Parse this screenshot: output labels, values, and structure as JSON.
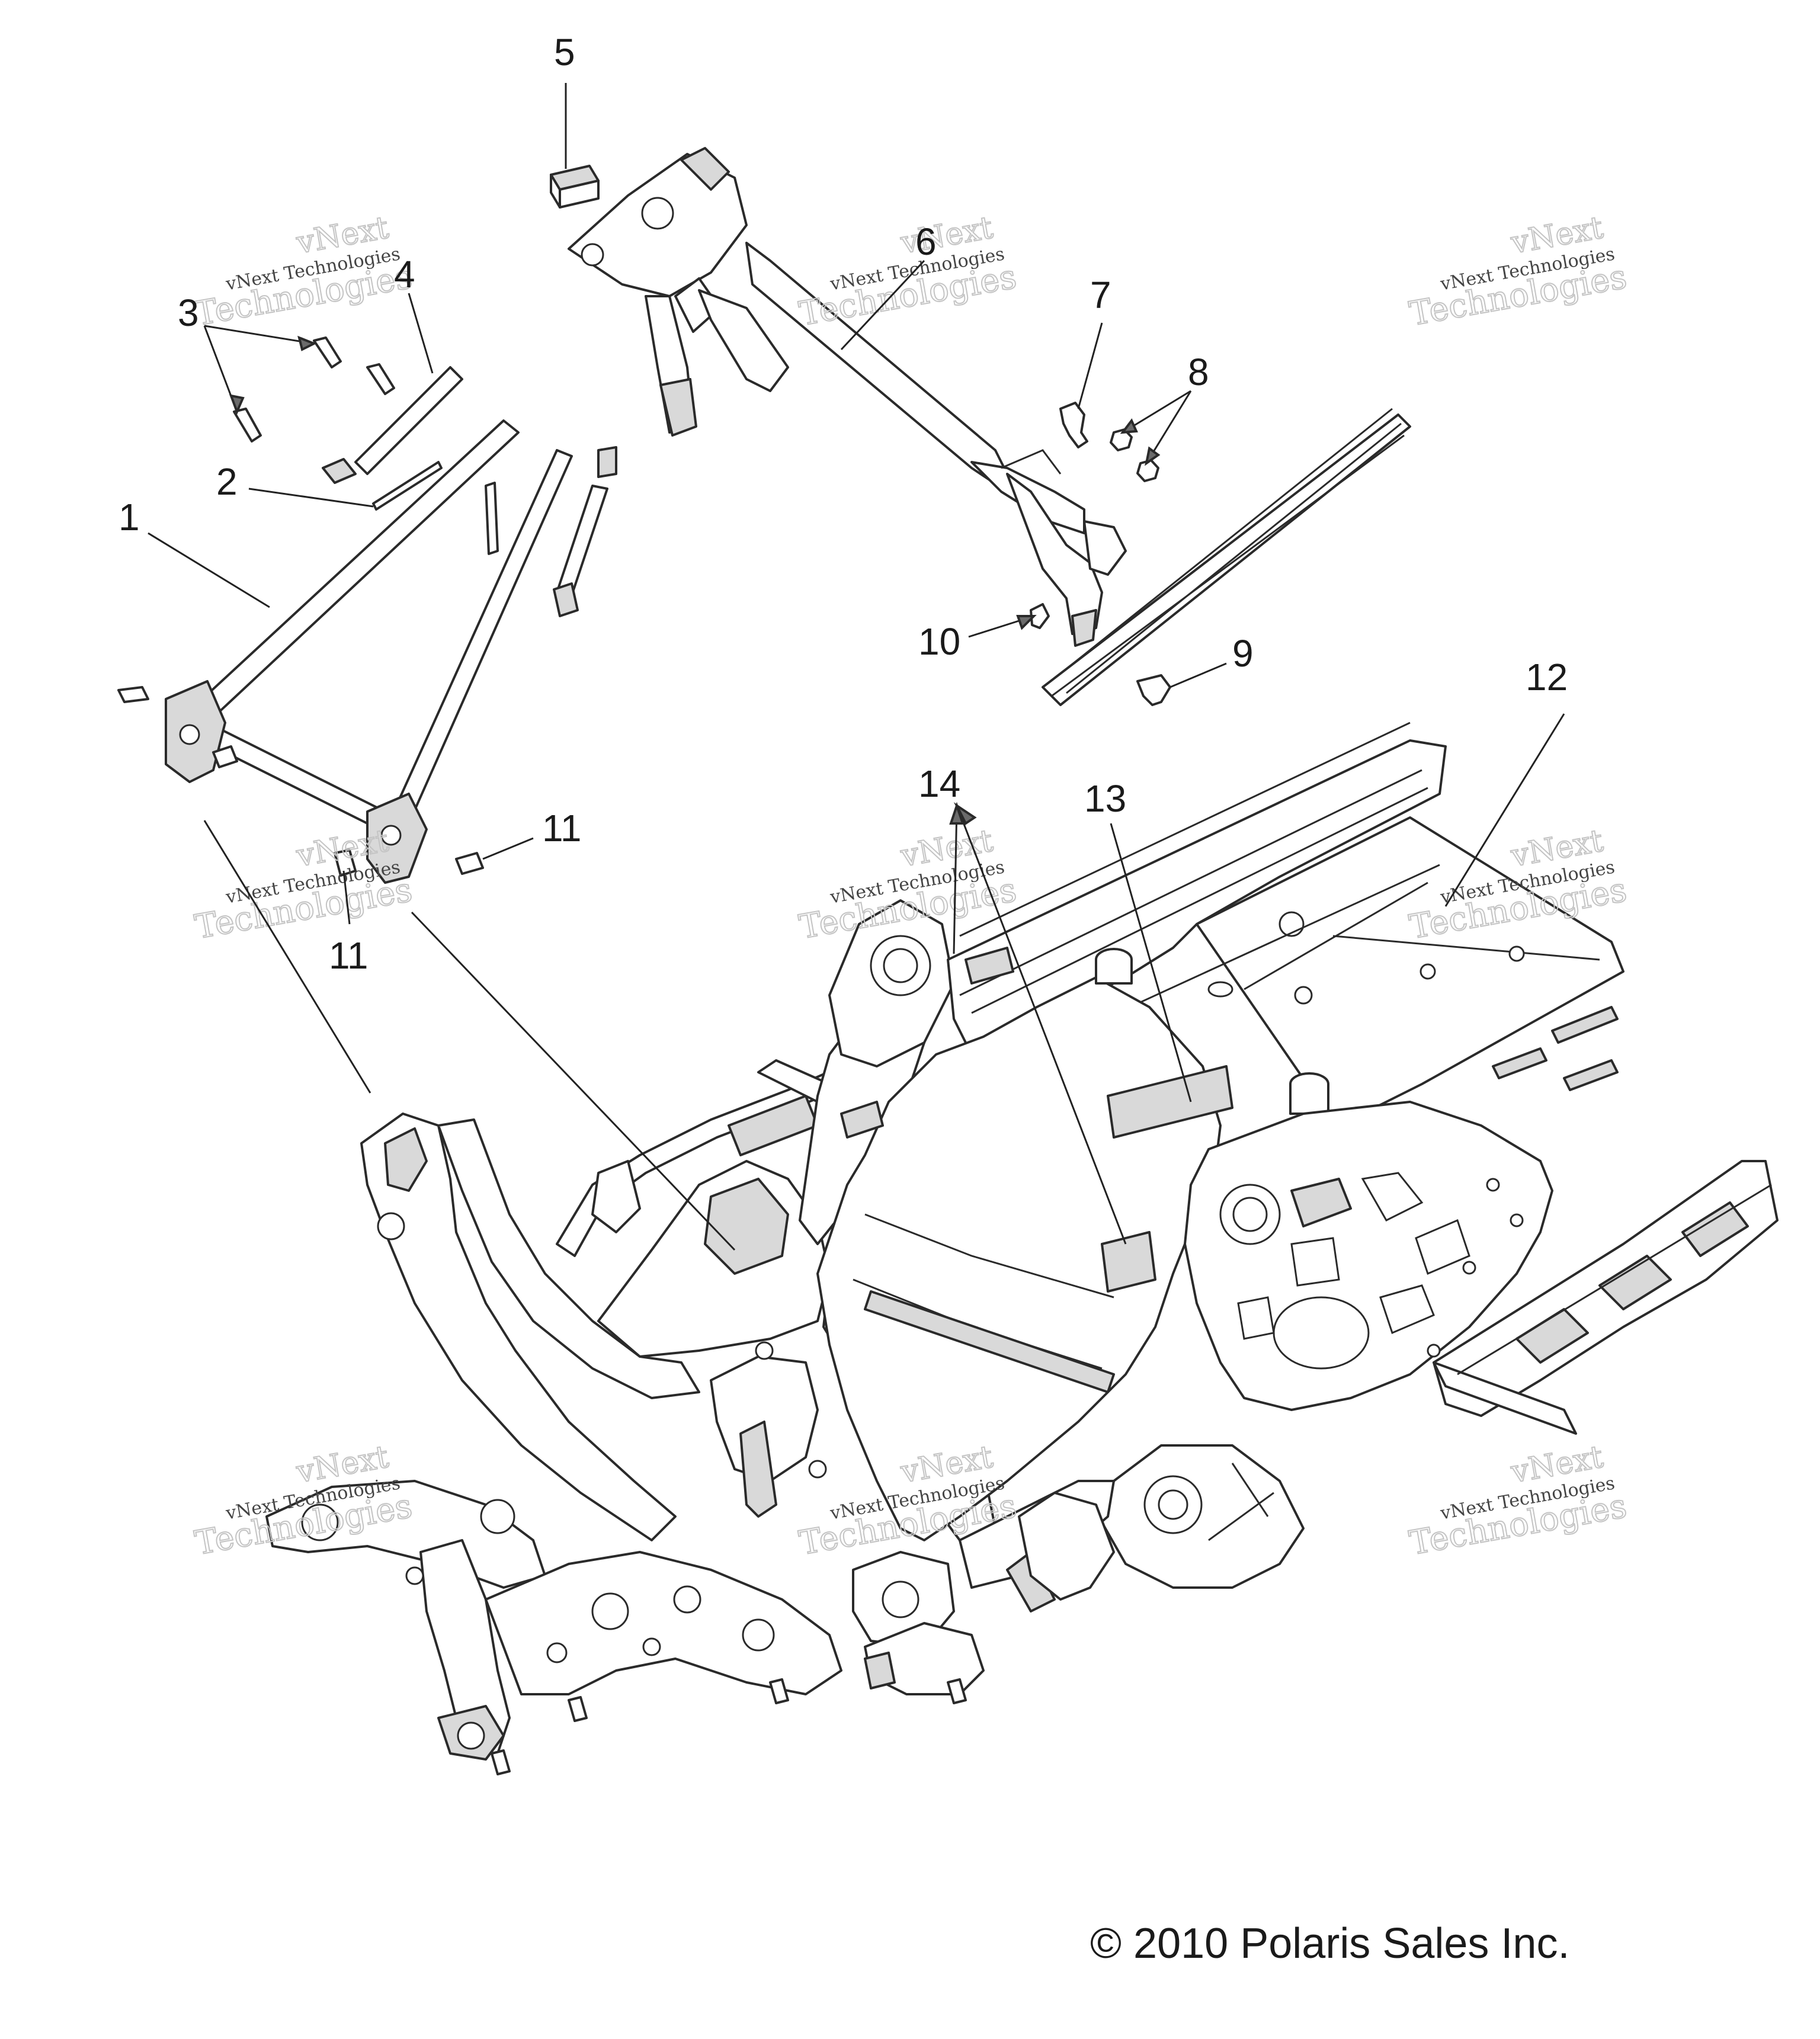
{
  "callouts": [
    {
      "id": "1",
      "label": "1"
    },
    {
      "id": "2",
      "label": "2"
    },
    {
      "id": "3",
      "label": "3"
    },
    {
      "id": "4",
      "label": "4"
    },
    {
      "id": "5",
      "label": "5"
    },
    {
      "id": "6",
      "label": "6"
    },
    {
      "id": "7",
      "label": "7"
    },
    {
      "id": "8",
      "label": "8"
    },
    {
      "id": "9",
      "label": "9"
    },
    {
      "id": "10",
      "label": "10"
    },
    {
      "id": "11a",
      "label": "11"
    },
    {
      "id": "11b",
      "label": "11"
    },
    {
      "id": "12",
      "label": "12"
    },
    {
      "id": "13",
      "label": "13"
    },
    {
      "id": "14",
      "label": "14"
    }
  ],
  "watermark": {
    "top": "vNext",
    "line1": "vNext Technologies",
    "line2": "Technologies"
  },
  "copyright": "© 2010 Polaris Sales Inc.",
  "colors": {
    "line": "#2a2a2a",
    "shade": "#d9d9d9",
    "watermark": "#c4c4c4"
  }
}
